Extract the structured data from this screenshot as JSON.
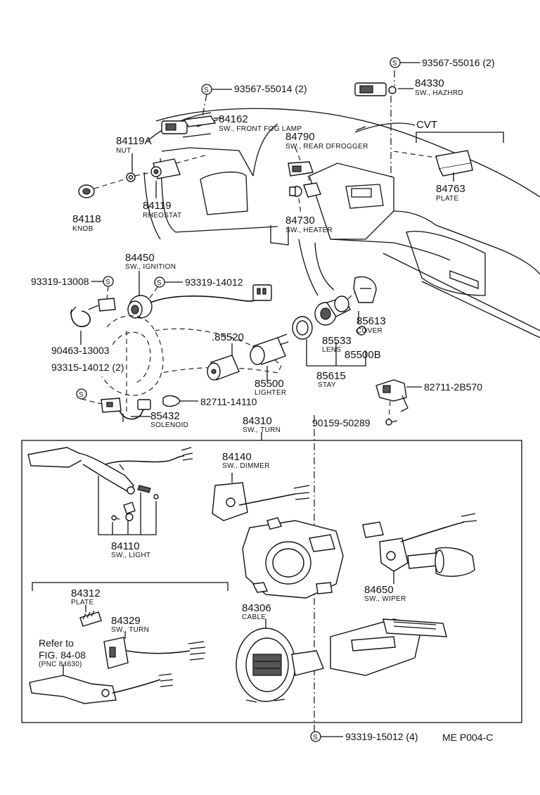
{
  "labels": {
    "p93567_55016": "93567-55016 (2)",
    "p84330": "84330",
    "p84330_sub": "SW., HAZHRD",
    "p93567_55014": "93567-55014 (2)",
    "cvt": "CVT",
    "p84162": "84162",
    "p84162_sub": "SW., FRONT FOG LAMP",
    "p84119A": "84119A",
    "p84119A_sub": "NUT",
    "p84790": "84790",
    "p84790_sub": "SW., REAR DFROGGER",
    "p84763": "84763",
    "p84763_sub": "PLATE",
    "p84118": "84118",
    "p84118_sub": "KNOB",
    "p84119": "84119",
    "p84119_sub": "RHEOSTAT",
    "p84730": "84730",
    "p84730_sub": "SW., HEATER",
    "p84450": "84450",
    "p84450_sub": "SW., IGNITION",
    "p93319_13008": "93319-13008",
    "p93319_14012": "93319-14012",
    "p85613": "85613",
    "p85613_sub": "COVER",
    "p85520": ".85520",
    "p90463_13003": "90463-13003",
    "p85533": "85533",
    "p85533_sub": "LENS",
    "p85500B": "85500B",
    "p93315_14012": "93315-14012 (2)",
    "p85500": "85500",
    "p85500_sub": "LIGHTER",
    "p85615": "85615",
    "p85615_sub": "STAY",
    "p82711_2B570": "82711-2B570",
    "p82711_14110": "82711-14110",
    "p85432": "85432",
    "p85432_sub": "SOLENOID",
    "p84310": "84310",
    "p84310_sub": "SW., TURN",
    "p90159_50289": "90159-50289",
    "p84140": "84140",
    "p84140_sub": "SW., DIMMER",
    "p84110": "84110",
    "p84110_sub": "SW., LIGHT",
    "p84650": "84650",
    "p84650_sub": "SW., WIPER",
    "p84312": "84312",
    "p84312_sub": "PLATE",
    "p84329": "84329",
    "p84329_sub": "SW., TURN",
    "p84306": "84306",
    "p84306_sub": "CABLE",
    "refer1": "Refer to",
    "refer2": "FIG. 84-08",
    "refer3": "(PNC 84630)",
    "p93319_15012": "93319-15012 (4)",
    "code": "ME P004-C",
    "s_mark": "S"
  }
}
